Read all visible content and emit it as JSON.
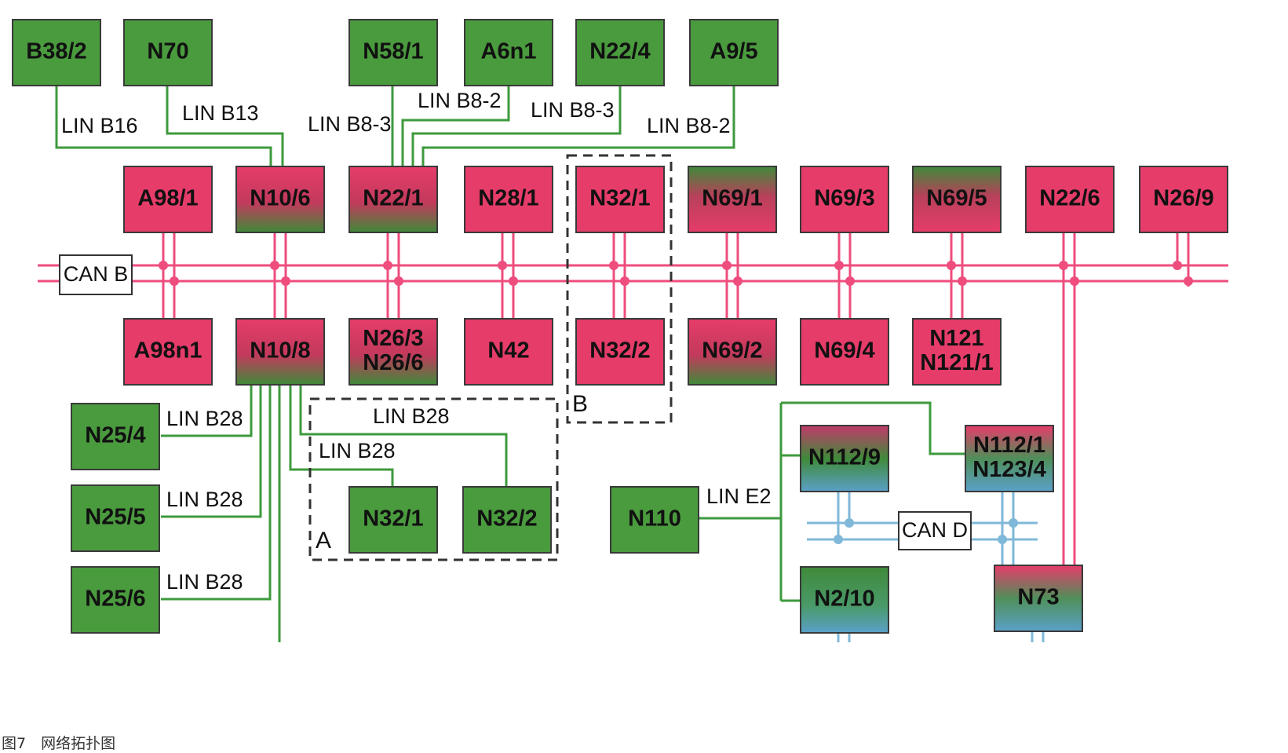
{
  "colors": {
    "lin": "#3d9a3d",
    "can_b": "#ee4d7d",
    "can_d": "#7fb8d8",
    "green": "#4a9a3e",
    "red": "#e63c6a",
    "blue": "#5aa0c8",
    "dashed": "#333333"
  },
  "buses": [
    {
      "id": "can-b",
      "label": "CAN B"
    },
    {
      "id": "can-d",
      "label": "CAN D"
    }
  ],
  "regions": [
    {
      "id": "region-a",
      "label": "A"
    },
    {
      "id": "region-b",
      "label": "B"
    }
  ],
  "nodes": [
    {
      "id": "b38-2",
      "lines": [
        "B38/2"
      ],
      "fill": "green"
    },
    {
      "id": "n70",
      "lines": [
        "N70"
      ],
      "fill": "green"
    },
    {
      "id": "n58-1",
      "lines": [
        "N58/1"
      ],
      "fill": "green"
    },
    {
      "id": "a6n1",
      "lines": [
        "A6n1"
      ],
      "fill": "green"
    },
    {
      "id": "n22-4",
      "lines": [
        "N22/4"
      ],
      "fill": "green"
    },
    {
      "id": "a9-5",
      "lines": [
        "A9/5"
      ],
      "fill": "green"
    },
    {
      "id": "a98-1",
      "lines": [
        "A98/1"
      ],
      "fill": "red"
    },
    {
      "id": "n10-6",
      "lines": [
        "N10/6"
      ],
      "fill": "red-green"
    },
    {
      "id": "n22-1",
      "lines": [
        "N22/1"
      ],
      "fill": "red-green"
    },
    {
      "id": "n28-1",
      "lines": [
        "N28/1"
      ],
      "fill": "red"
    },
    {
      "id": "n32-1-b",
      "lines": [
        "N32/1"
      ],
      "fill": "red"
    },
    {
      "id": "n69-1",
      "lines": [
        "N69/1"
      ],
      "fill": "green-red"
    },
    {
      "id": "n69-3",
      "lines": [
        "N69/3"
      ],
      "fill": "red"
    },
    {
      "id": "n69-5",
      "lines": [
        "N69/5"
      ],
      "fill": "green-red"
    },
    {
      "id": "n22-6",
      "lines": [
        "N22/6"
      ],
      "fill": "red"
    },
    {
      "id": "n26-9",
      "lines": [
        "N26/9"
      ],
      "fill": "red"
    },
    {
      "id": "a98n1",
      "lines": [
        "A98n1"
      ],
      "fill": "red"
    },
    {
      "id": "n10-8",
      "lines": [
        "N10/8"
      ],
      "fill": "red-green"
    },
    {
      "id": "n26-3",
      "lines": [
        "N26/3",
        "N26/6"
      ],
      "fill": "red-green"
    },
    {
      "id": "n42",
      "lines": [
        "N42"
      ],
      "fill": "red"
    },
    {
      "id": "n32-2-b",
      "lines": [
        "N32/2"
      ],
      "fill": "red"
    },
    {
      "id": "n69-2",
      "lines": [
        "N69/2"
      ],
      "fill": "red-green"
    },
    {
      "id": "n69-4",
      "lines": [
        "N69/4"
      ],
      "fill": "red"
    },
    {
      "id": "n121",
      "lines": [
        "N121",
        "N121/1"
      ],
      "fill": "red"
    },
    {
      "id": "n25-4",
      "lines": [
        "N25/4"
      ],
      "fill": "green"
    },
    {
      "id": "n25-5",
      "lines": [
        "N25/5"
      ],
      "fill": "green"
    },
    {
      "id": "n25-6",
      "lines": [
        "N25/6"
      ],
      "fill": "green"
    },
    {
      "id": "n32-1-a",
      "lines": [
        "N32/1"
      ],
      "fill": "green"
    },
    {
      "id": "n32-2-a",
      "lines": [
        "N32/2"
      ],
      "fill": "green"
    },
    {
      "id": "n110",
      "lines": [
        "N110"
      ],
      "fill": "green"
    },
    {
      "id": "n112-9",
      "lines": [
        "N112/9"
      ],
      "fill": "tri-green"
    },
    {
      "id": "n112-1",
      "lines": [
        "N112/1",
        "N123/4"
      ],
      "fill": "tri-red"
    },
    {
      "id": "n2-10",
      "lines": [
        "N2/10"
      ],
      "fill": "green-blue"
    },
    {
      "id": "n73",
      "lines": [
        "N73"
      ],
      "fill": "tri-red"
    }
  ],
  "line_labels": [
    {
      "id": "lin-b16",
      "text": "LIN B16"
    },
    {
      "id": "lin-b13",
      "text": "LIN B13"
    },
    {
      "id": "lin-b8-3-a",
      "text": "LIN B8-3"
    },
    {
      "id": "lin-b8-2-a",
      "text": "LIN B8-2"
    },
    {
      "id": "lin-b8-3-b",
      "text": "LIN B8-3"
    },
    {
      "id": "lin-b8-2-b",
      "text": "LIN B8-2"
    },
    {
      "id": "lin-b28-1",
      "text": "LIN B28"
    },
    {
      "id": "lin-b28-2",
      "text": "LIN B28"
    },
    {
      "id": "lin-b28-3",
      "text": "LIN B28"
    },
    {
      "id": "lin-b28-4",
      "text": "LIN B28"
    },
    {
      "id": "lin-b28-5",
      "text": "LIN B28"
    },
    {
      "id": "lin-e2",
      "text": "LIN E2"
    }
  ],
  "caption": "图7　网络拓扑图"
}
